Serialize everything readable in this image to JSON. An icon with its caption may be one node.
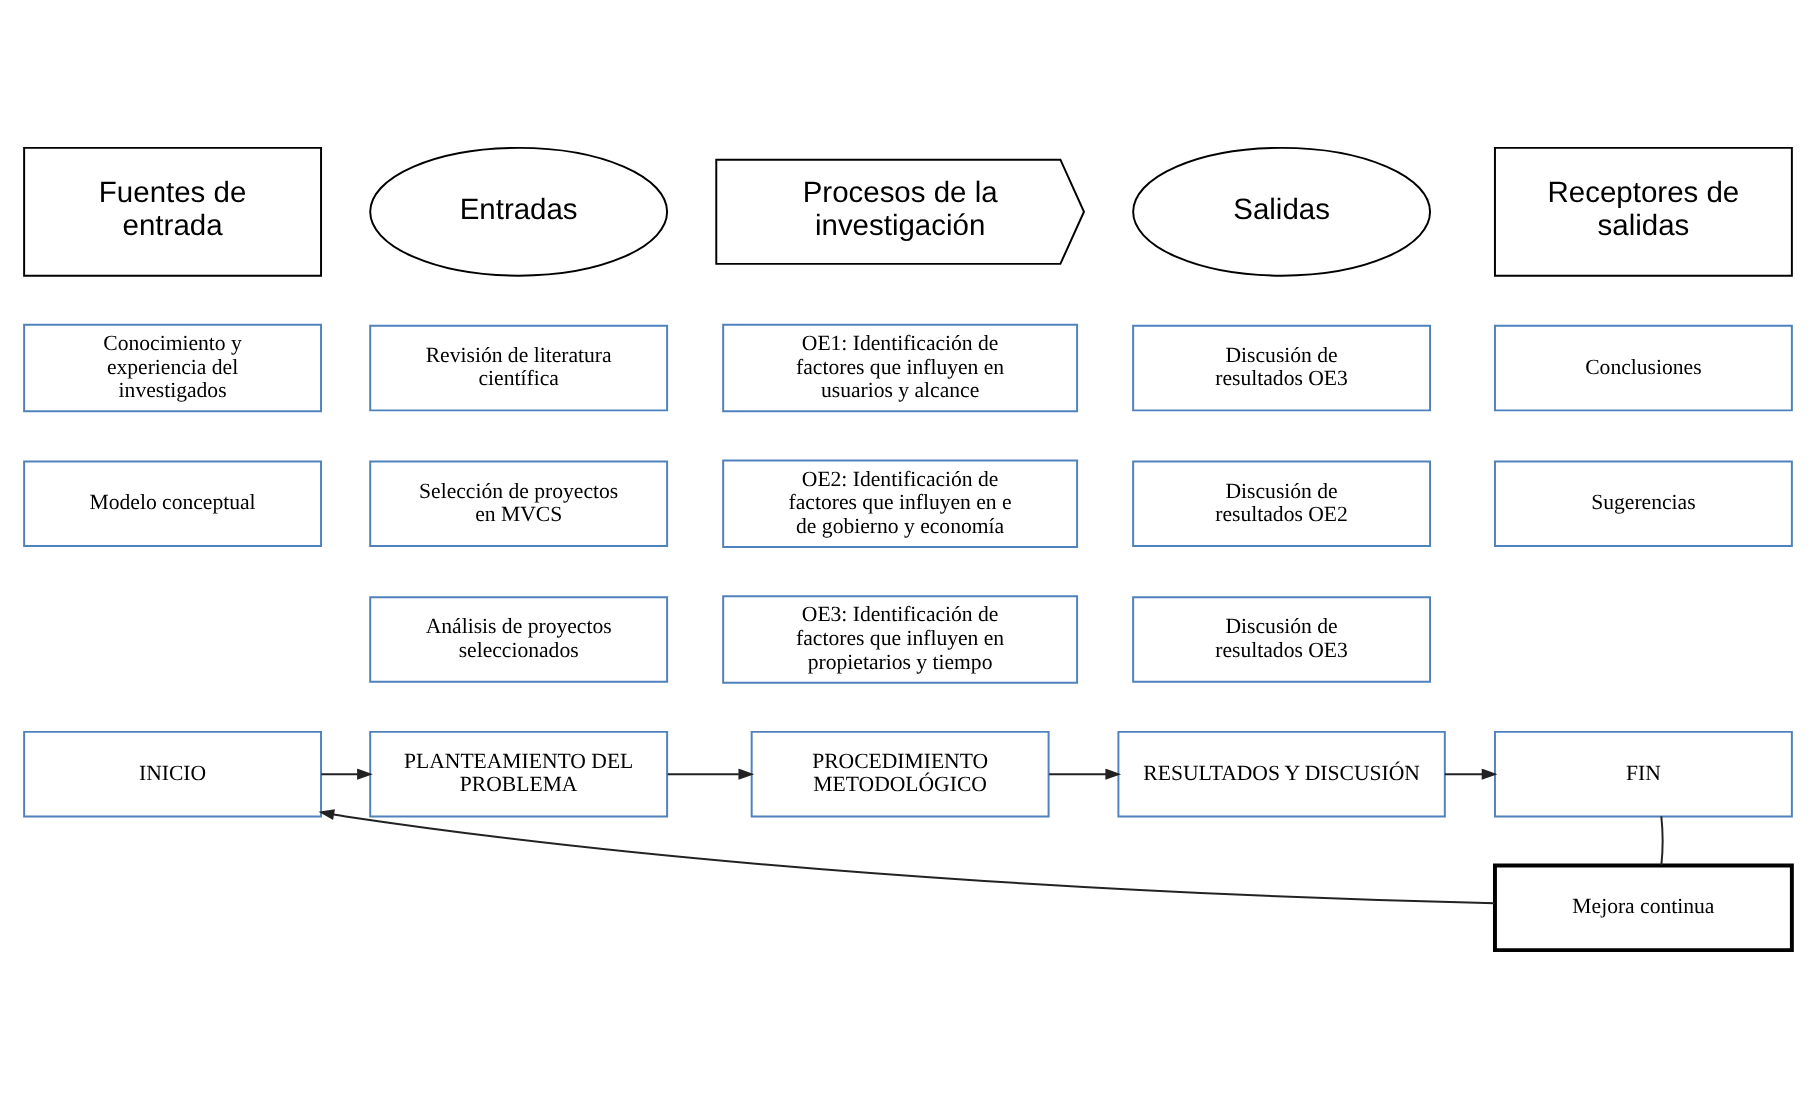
{
  "diagram": {
    "nodes": [
      {
        "text": [
          "Fuentes de entrada"
        ]
      },
      {
        "text": [
          "Entradas"
        ]
      },
      {
        "text": [
          "Procesos de la investigación"
        ]
      },
      {
        "text": [
          "Salidas"
        ]
      },
      {
        "text": [
          "Receptores de salidas"
        ]
      },
      {
        "text": [
          "Conocimiento y experiencia del investigados"
        ]
      },
      {
        "text": [
          "Revisión de literatura científica"
        ]
      },
      {
        "text": [
          "OE1: Identificación de factores que influyen en usuarios y alcance"
        ]
      },
      {
        "text": [
          "Discusión de resultados OE3"
        ]
      },
      {
        "text": [
          "Conclusiones"
        ]
      },
      {
        "text": [
          "Modelo conceptual"
        ]
      },
      {
        "text": [
          "Selección de proyectos en MVCS"
        ]
      },
      {
        "text": [
          "OE2: Identificación de factores que influyen en e de gobierno y economía"
        ]
      },
      {
        "text": [
          "Discusión de resultados OE2"
        ]
      },
      {
        "text": [
          "Sugerencias"
        ]
      },
      {
        "text": [
          "Análisis de proyectos seleccionados"
        ]
      },
      {
        "text": [
          "OE3: Identificación de factores que influyen en propietarios y tiempo"
        ]
      },
      {
        "text": [
          "Discusión de resultados OE3"
        ]
      },
      {
        "text": [
          "INICIO"
        ]
      },
      {
        "text": [
          "PLANTEAMIENTO DEL PROBLEMA"
        ]
      },
      {
        "text": [
          "PROCEDIMIENTO METODOLÓGICO"
        ]
      },
      {
        "text": [
          "RESULTADOS Y DISCUSIÓN"
        ]
      },
      {
        "text": [
          "FIN"
        ]
      },
      {
        "text": [
          "Mejora continua"
        ]
      }
    ],
    "edges": [
      {
        "from": 18,
        "to": 19,
        "arrow": "to"
      },
      {
        "from": 19,
        "to": 20,
        "arrow": "to"
      },
      {
        "from": 20,
        "to": 21,
        "arrow": "to"
      },
      {
        "from": 21,
        "to": 22,
        "arrow": "to"
      },
      {
        "from": 22,
        "to": 23,
        "arrow": "none"
      },
      {
        "from": 23,
        "to": 18,
        "arrow": "to"
      }
    ]
  }
}
